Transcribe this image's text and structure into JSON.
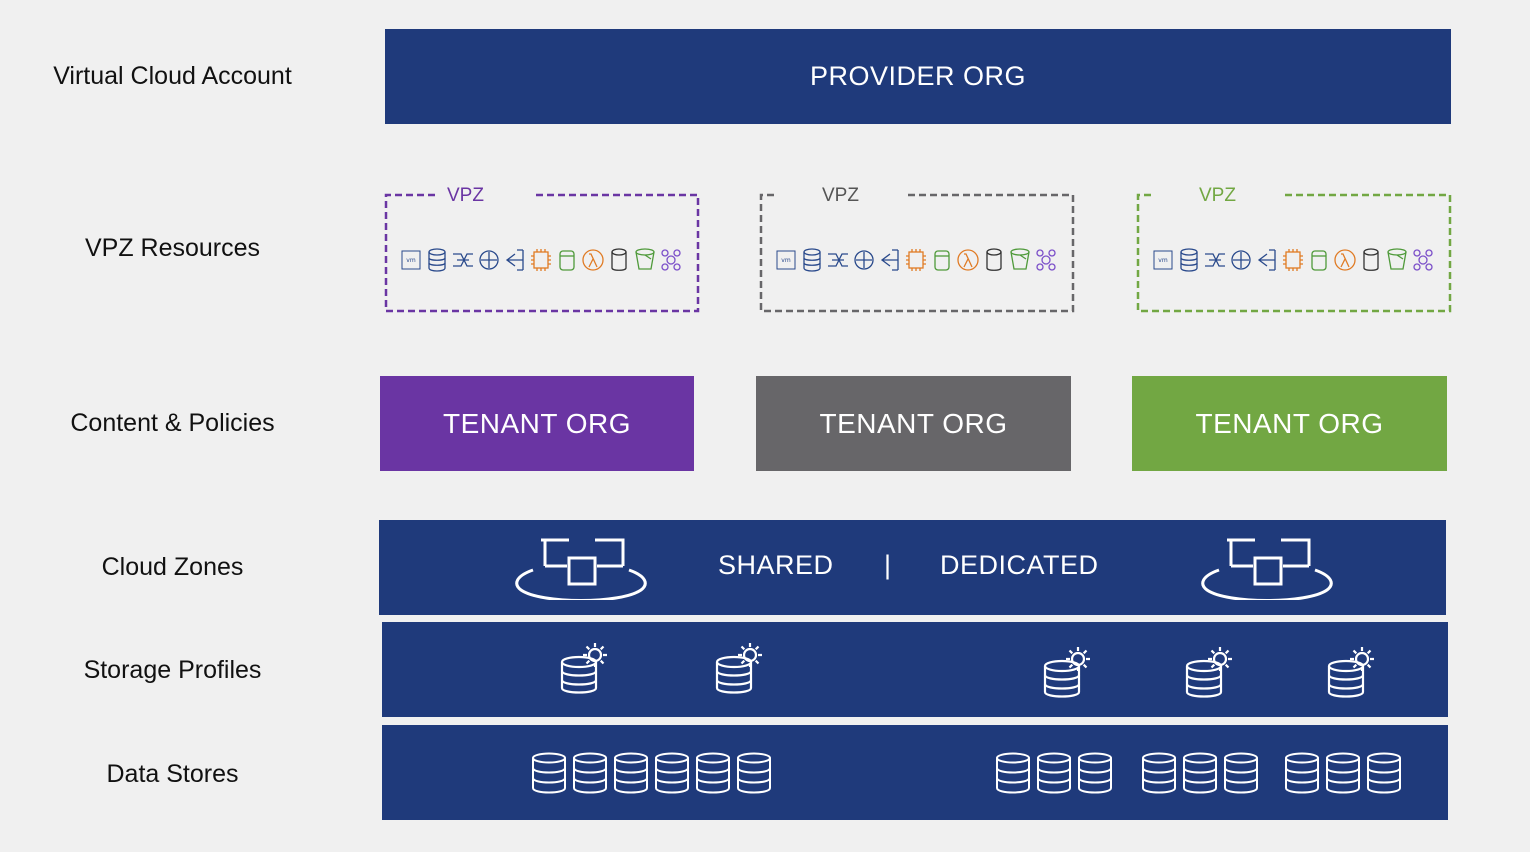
{
  "labels": {
    "virtual_cloud_account": "Virtual Cloud Account",
    "vpz_resources": "VPZ Resources",
    "content_policies": "Content & Policies",
    "cloud_zones": "Cloud Zones",
    "storage_profiles": "Storage Profiles",
    "data_stores": "Data Stores"
  },
  "provider": {
    "label": "PROVIDER ORG"
  },
  "vpz": [
    {
      "label": "VPZ",
      "color": "#6a35a3"
    },
    {
      "label": "VPZ",
      "color": "#676669"
    },
    {
      "label": "VPZ",
      "color": "#72a743"
    }
  ],
  "vpz_icons": [
    "vm-icon",
    "database-icon",
    "network-icon",
    "router-icon",
    "load-balancer-icon",
    "chip-icon",
    "bucket-icon",
    "lambda-icon",
    "disk-icon",
    "storage-bucket-icon",
    "cluster-icon"
  ],
  "tenants": [
    {
      "label": "TENANT ORG",
      "color": "#6a35a3"
    },
    {
      "label": "TENANT ORG",
      "color": "#676669"
    },
    {
      "label": "TENANT ORG",
      "color": "#72a743"
    }
  ],
  "cloud_zones": {
    "shared": "SHARED",
    "separator": "|",
    "dedicated": "DEDICATED"
  },
  "colors": {
    "navy": "#1f3a7b",
    "background": "#f0f0f0",
    "orange": "#e07b24"
  },
  "storage_profiles": {
    "count": 5
  },
  "data_stores": {
    "groups": [
      6,
      3,
      3,
      3
    ]
  }
}
